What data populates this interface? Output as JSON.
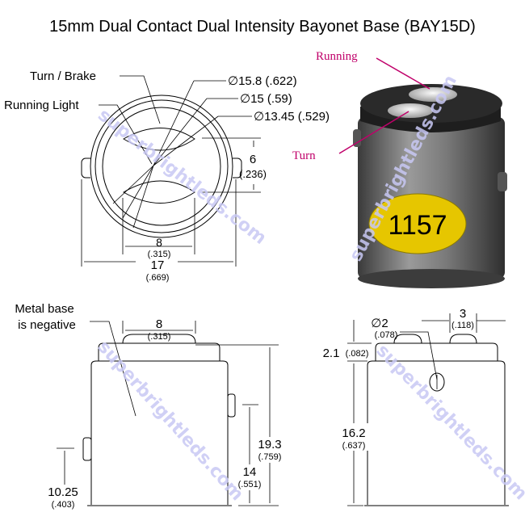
{
  "title": "15mm Dual Contact Dual Intensity Bayonet Base (BAY15D)",
  "top_view": {
    "label_turn_brake": "Turn / Brake",
    "label_running_light": "Running Light",
    "dia1": "∅15.8 (.622)",
    "dia2": "∅15 (.59)",
    "dia3": "∅13.45 (.529)",
    "dim_6": "6",
    "dim_6_in": "(.236)",
    "dim_8": "8",
    "dim_8_in": "(.315)",
    "dim_17": "17",
    "dim_17_in": "(.669)"
  },
  "render": {
    "label_running": "Running",
    "label_turn": "Turn",
    "bulb_number": "1157",
    "yellow": "#e6c600"
  },
  "side_left": {
    "note_line1": "Metal base",
    "note_line2": "is negative",
    "dim_8": "8",
    "dim_8_in": "(.315)",
    "dim_193": "19.3",
    "dim_193_in": "(.759)",
    "dim_14": "14",
    "dim_14_in": "(.551)",
    "dim_1025": "10.25",
    "dim_1025_in": "(.403)"
  },
  "side_right": {
    "dim_2": "∅2",
    "dim_2_in": "(.078)",
    "dim_3": "3",
    "dim_3_in": "(.118)",
    "dim_21": "2.1",
    "dim_21_in": "(.082)",
    "dim_162": "16.2",
    "dim_162_in": "(.637)"
  },
  "watermark": "superbrightleds.com"
}
